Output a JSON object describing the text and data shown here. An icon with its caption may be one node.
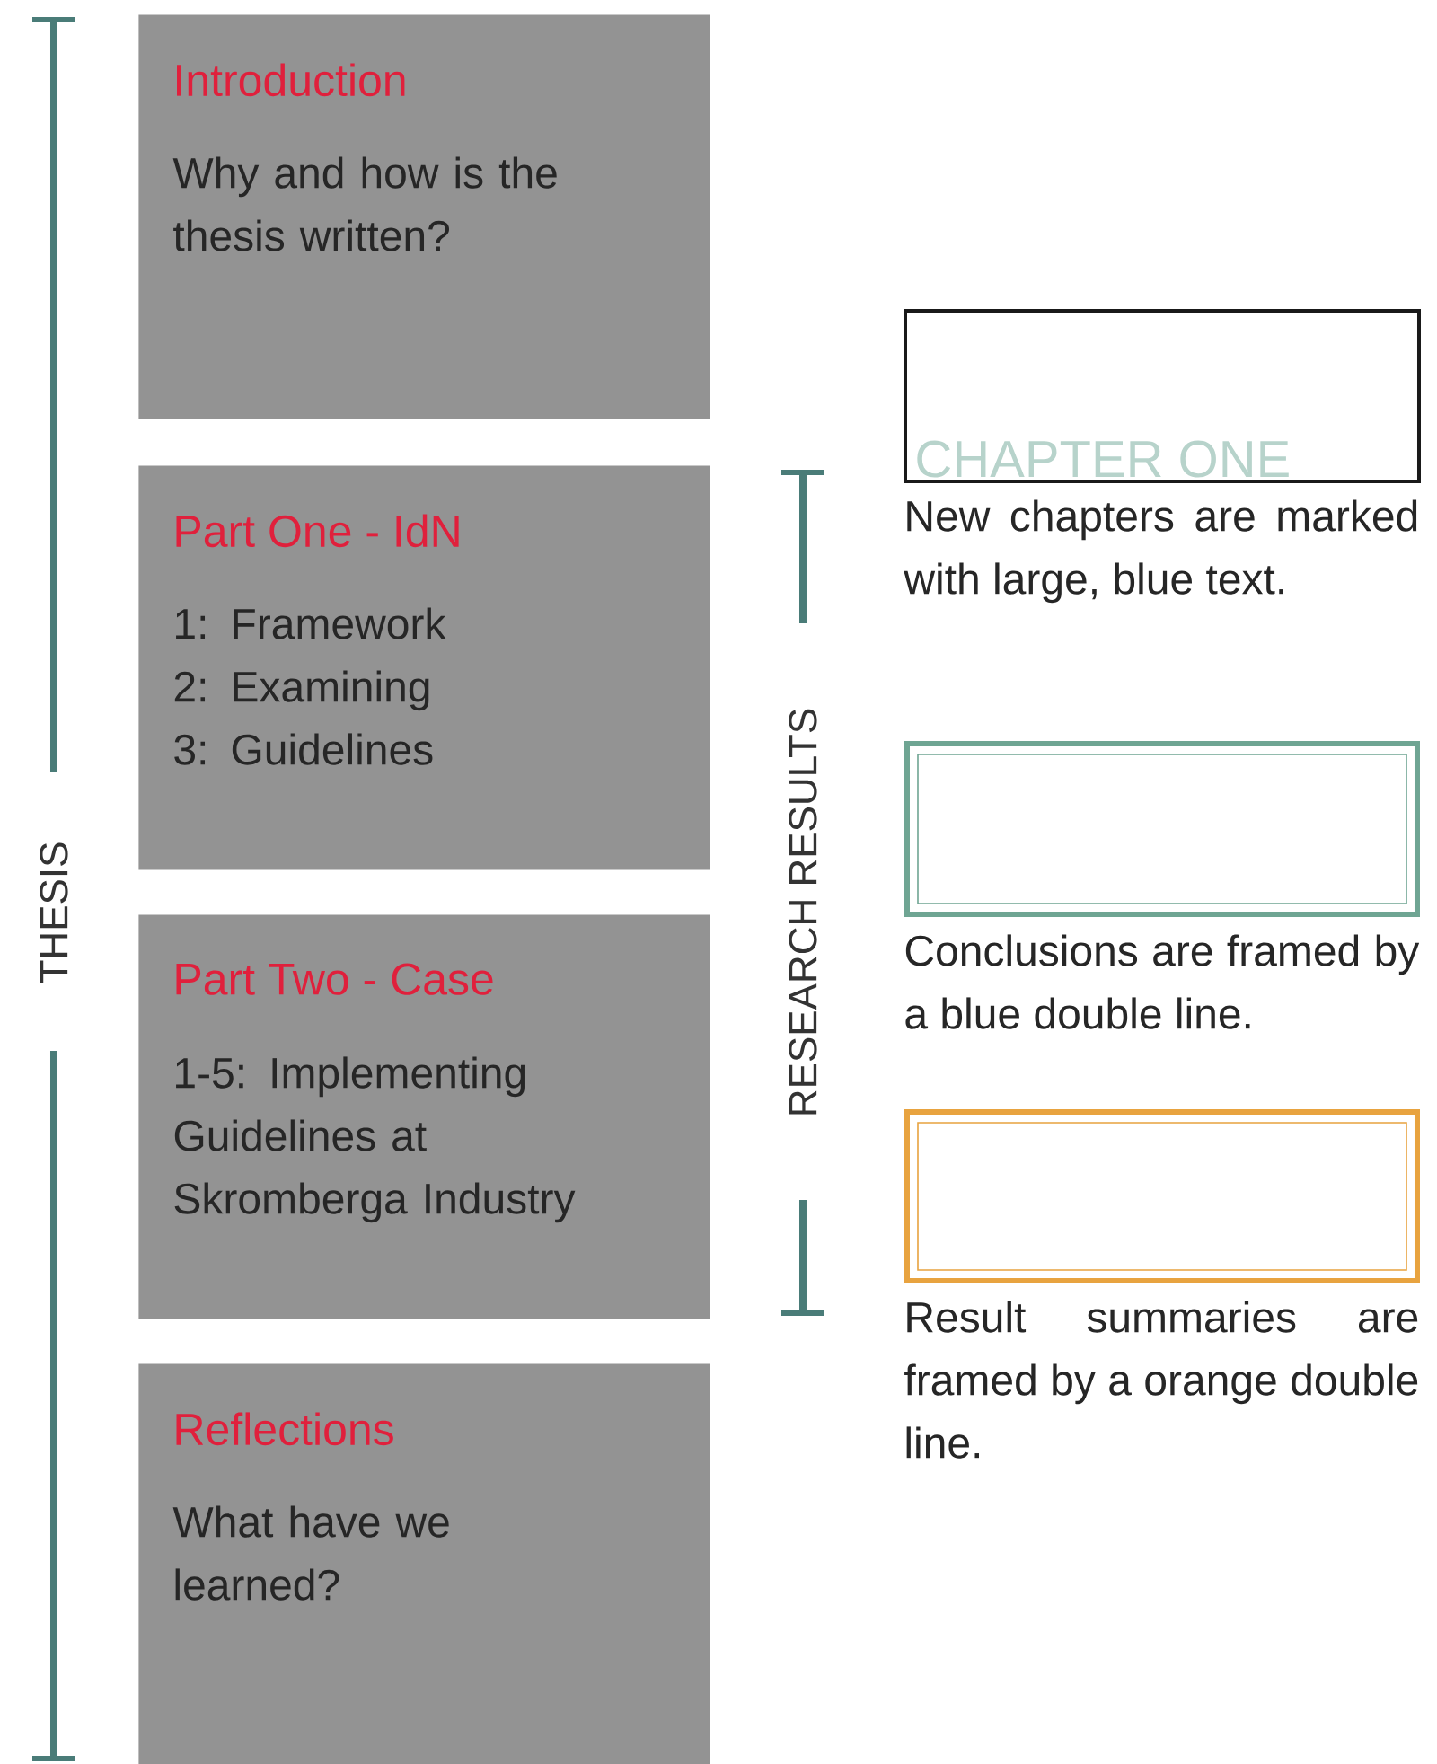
{
  "diagram": {
    "nodes": [
      {
        "text": [
          "Introduction",
          "Why and how is the thesis written?"
        ]
      },
      {
        "text": [
          "Part One - IdN",
          "1: Framework",
          "2: Examining",
          "3: Guidelines"
        ]
      },
      {
        "text": [
          "Part Two - Case",
          "1-5: Implementing Guidelines at Skromberga Industry"
        ]
      },
      {
        "text": [
          "Reflections",
          "What have we learned?"
        ]
      },
      {
        "text": [
          "CHAPTER ONE"
        ],
        "beside": [
          "New chapters are marked with large, blue text."
        ]
      },
      {
        "text": [],
        "shape": "box",
        "beside": [
          "Conclusions are framed by a blue double line."
        ]
      },
      {
        "text": [],
        "shape": "box",
        "beside": [
          "Result summaries are framed by a orange double line."
        ]
      }
    ],
    "labels": [
      "THESIS",
      "RESEARCH RESULTS"
    ]
  }
}
